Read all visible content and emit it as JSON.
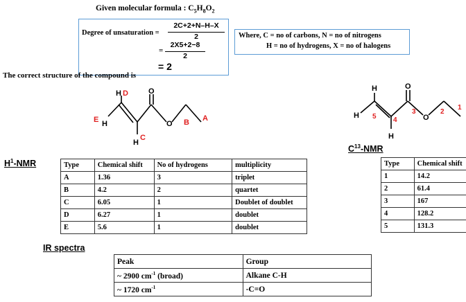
{
  "header": {
    "formula_label": "Given molecular formula : C",
    "formula_c": "5",
    "formula_h_letter": "H",
    "formula_h": "8",
    "formula_o_letter": "O",
    "formula_o": "2"
  },
  "dou": {
    "label": "Degree of unsaturation =",
    "numerator1": "2C+2+N–H–X",
    "denominator1": "2",
    "eq2": "=",
    "numerator2": "2X5+2−8",
    "denominator2": "2",
    "result": "= 2"
  },
  "where": {
    "line1": "Where, C = no of carbons, N = no of nitrogens",
    "line2": "H = no of hydrogens, X = no of halogens"
  },
  "structure_caption": "The correct structure of the compound is",
  "structure1": {
    "atoms": {
      "h_top": "H",
      "h_bottom": "H",
      "h_left": "H",
      "o_double": "O",
      "o_ester": "O"
    },
    "labels": {
      "a": "A",
      "b": "B",
      "c": "C",
      "d": "D",
      "e": "E"
    }
  },
  "structure2": {
    "atoms": {
      "h_top": "H",
      "h_bottom": "H",
      "h_left": "H",
      "o_double": "O",
      "o_ester": "O"
    },
    "labels": {
      "c1": "1",
      "c2": "2",
      "c3": "3",
      "c4": "4",
      "c5": "5"
    }
  },
  "hnmr": {
    "title_pre": "H",
    "title_sup": "1",
    "title_post": "-NMR",
    "headers": [
      "Type",
      "Chemical shift",
      "No of hydrogens",
      "multiplicity"
    ],
    "rows": [
      [
        "A",
        "1.36",
        "3",
        "triplet"
      ],
      [
        "B",
        "4.2",
        "2",
        "quartet"
      ],
      [
        "C",
        "6.05",
        "1",
        "Doublet of doublet"
      ],
      [
        "D",
        "6.27",
        "1",
        "doublet"
      ],
      [
        "E",
        "5.6",
        "1",
        "doublet"
      ]
    ]
  },
  "cnmr": {
    "title_pre": "C",
    "title_sup": "13",
    "title_post": "-NMR",
    "headers": [
      "Type",
      "Chemical shift"
    ],
    "rows": [
      [
        "1",
        "14.2"
      ],
      [
        "2",
        "61.4"
      ],
      [
        "3",
        "167"
      ],
      [
        "4",
        "128.2"
      ],
      [
        "5",
        "131.3"
      ]
    ]
  },
  "ir": {
    "title": "IR spectra",
    "headers": [
      "Peak",
      "Group"
    ],
    "rows": [
      {
        "peak": "~ 2900 cm",
        "sup": "-1",
        "suffix": " (broad)",
        "group": "Alkane C-H"
      },
      {
        "peak": "~ 1720 cm",
        "sup": "-1",
        "suffix": "",
        "group": "-C=O"
      }
    ]
  },
  "colors": {
    "box_border": "#5b9bd5",
    "label_red": "#e02020"
  }
}
